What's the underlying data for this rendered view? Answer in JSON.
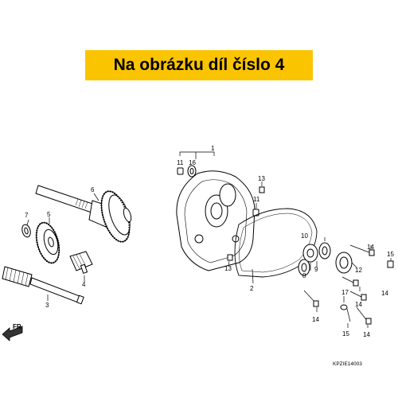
{
  "banner": {
    "text": "Na obrázku díl číslo 4",
    "background": "#fbc400"
  },
  "diagram": {
    "code": "KPZIE14003",
    "direction_label": "FR.",
    "callouts": {
      "c1": "1",
      "c2": "2",
      "c3": "3",
      "c4": "4",
      "c5": "5",
      "c6": "6",
      "c7": "7",
      "c8": "8",
      "c9": "9",
      "c10": "10",
      "c11a": "11",
      "c11b": "11",
      "c12": "12",
      "c13a": "13",
      "c13b": "13",
      "c14a": "14",
      "c14b": "14",
      "c14c": "14",
      "c14d": "14",
      "c14e": "14",
      "c15a": "15",
      "c15b": "15",
      "c16": "16",
      "c17": "17"
    }
  }
}
